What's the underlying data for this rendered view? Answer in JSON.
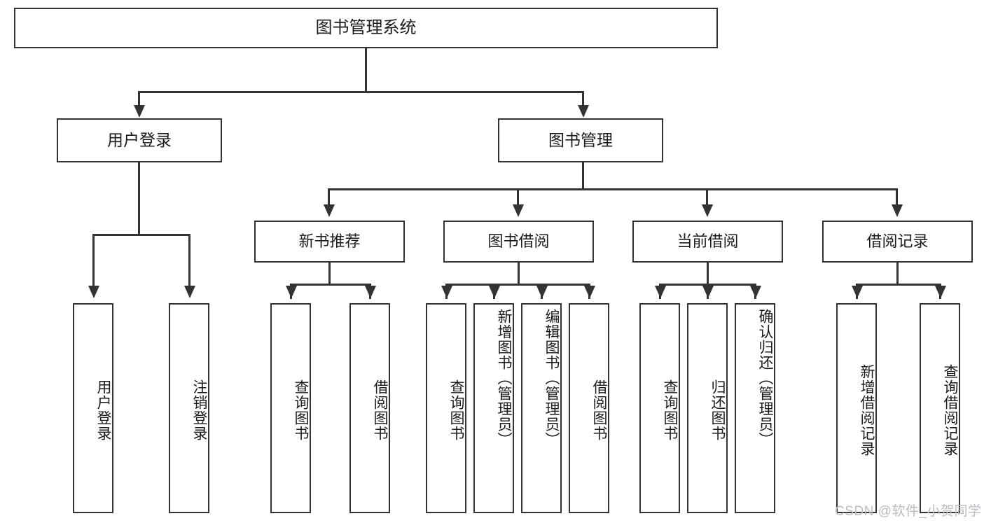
{
  "diagram": {
    "type": "hierarchy-tree",
    "title": "图书管理系统",
    "root": {
      "label": "图书管理系统"
    },
    "level2": [
      {
        "label": "用户登录"
      },
      {
        "label": "图书管理"
      }
    ],
    "level3": [
      {
        "label": "新书推荐"
      },
      {
        "label": "图书借阅"
      },
      {
        "label": "当前借阅"
      },
      {
        "label": "借阅记录"
      }
    ],
    "leaves": {
      "user_login": [
        {
          "label": "用户登录"
        },
        {
          "label": "注销登录"
        }
      ],
      "new_book_recommend": [
        {
          "label": "查询图书"
        },
        {
          "label": "借阅图书"
        }
      ],
      "book_borrow": [
        {
          "label": "查询图书"
        },
        {
          "label": "新增图书（管理员）"
        },
        {
          "label": "编辑图书（管理员）"
        },
        {
          "label": "借阅图书"
        }
      ],
      "current_borrow": [
        {
          "label": "查询图书"
        },
        {
          "label": "归还图书"
        },
        {
          "label": "确认归还（管理员）"
        }
      ],
      "borrow_records": [
        {
          "label": "新增借阅记录"
        },
        {
          "label": "查询借阅记录"
        }
      ]
    }
  },
  "watermark": {
    "text": "CSDN @软件_小贺同学"
  },
  "colors": {
    "stroke": "#333333",
    "text": "#1a1a1a",
    "background": "#ffffff",
    "watermark": "#b9bcc2"
  }
}
